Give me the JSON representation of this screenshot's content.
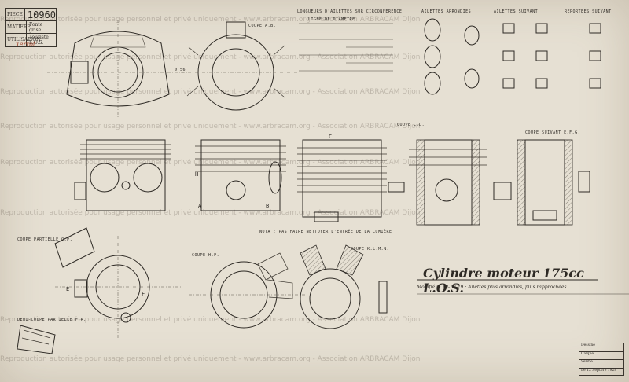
{
  "header": {
    "piece_label": "PIECE",
    "piece_number": "10960",
    "matiere_label": "MATIÈRE",
    "matiere_value": "Fonte grise",
    "utilisation_label": "UTILISATION",
    "utilisation_value": "Touriste L.O.S."
  },
  "stamp": "Terrot",
  "drawing_title": "Cylindre moteur 175cc L.O.S.",
  "modification_note": "Modifié le 19-10-29 : Ailettes plus arrondies, plus rapprochées",
  "section_labels": {
    "ab": "COUPE A.B.",
    "cd": "COUPE C.D.",
    "efg": "COUPE SUIVANT E.F.G.",
    "hp": "COUPE H.P.",
    "klmn": "COUPE K.L.M.N.",
    "op": "COUPE PARTIELLE O.P.",
    "fr": "DEMI-COUPE PARTIELLE F.R."
  },
  "view_letters": {
    "a": "A",
    "b": "B",
    "c": "C",
    "h": "H",
    "e": "E",
    "f": "F"
  },
  "notes": {
    "top_mid": "LONGUEURS D'AILETTES SUR CIRCONFÉRENCE",
    "top_mid_sub": "LIGNE DE DIAMÈTRE",
    "top_right_a": "AILETTES ARRONDIES",
    "top_right_b": "AILETTES SUIVANT",
    "top_right_c": "REPORTÉES SUIVANT",
    "note_center": "NOTA : PAS FAIRE NETTOYER L'ENTRÉE DE LA LUMIÈRE",
    "dims_sample": "Ø 56"
  },
  "title_block": {
    "line1": "Dessiné",
    "line2": "Calqué",
    "line3": "Vérifié",
    "line4": "Le 12 Septbre 1928"
  },
  "watermark": "Reproduction autorisée pour usage personnel et privé uniquement - www.arbracam.org - Association ARBRACAM Dijon"
}
